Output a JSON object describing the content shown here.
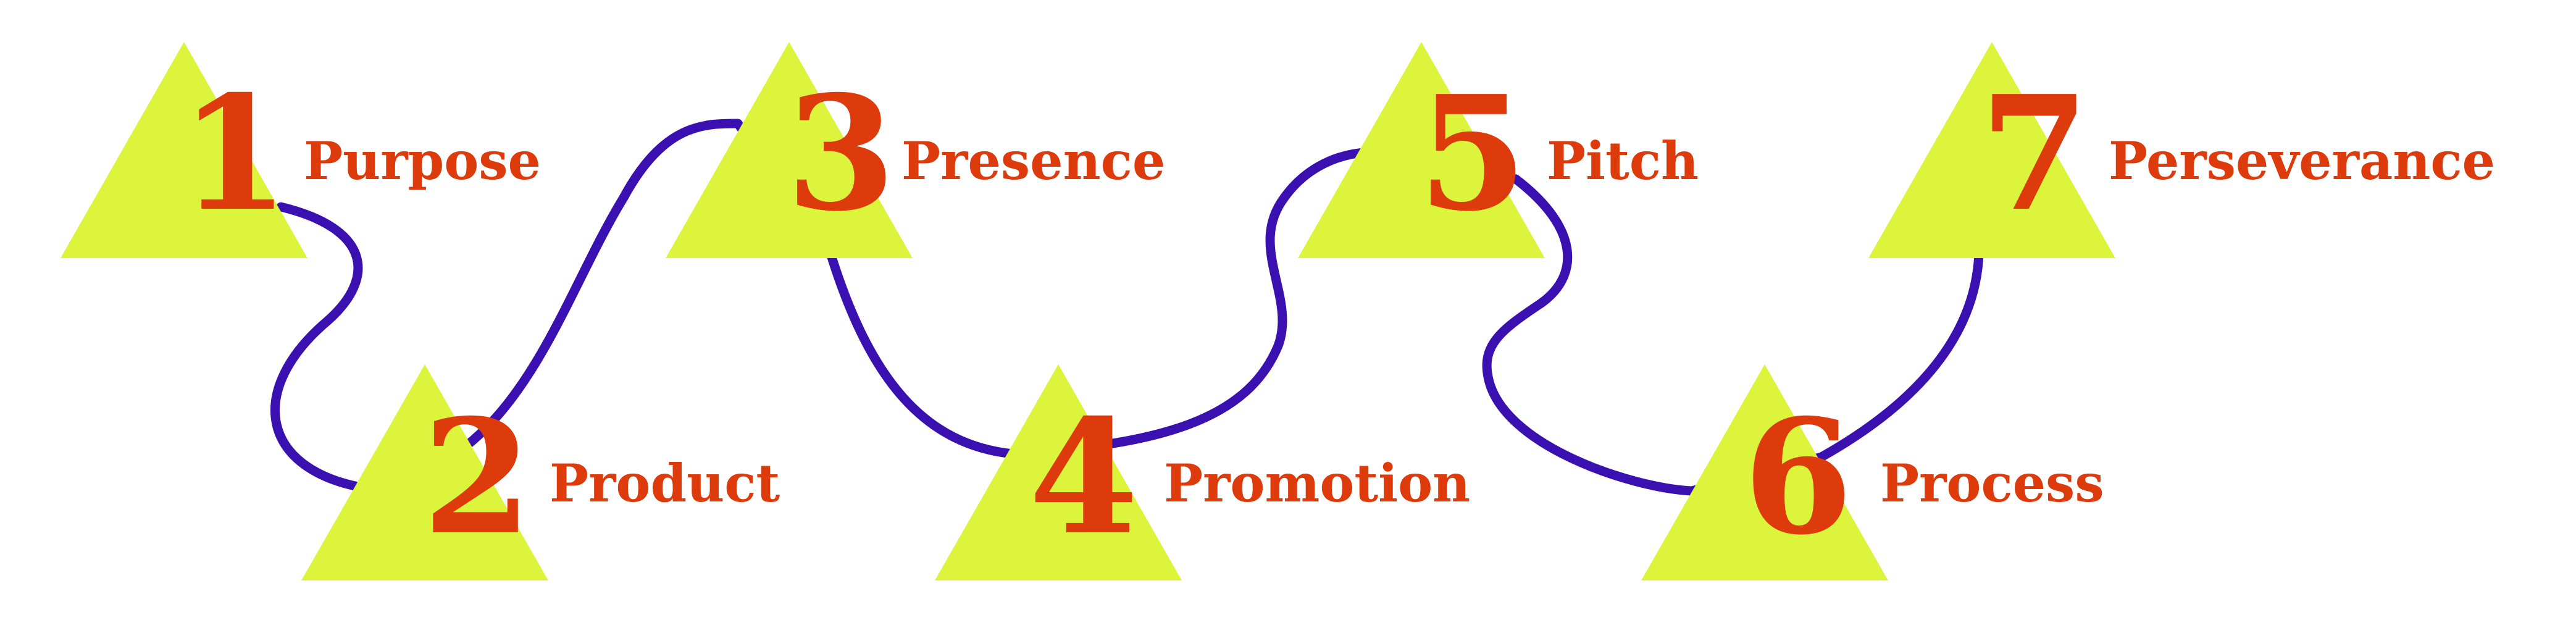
{
  "colors": {
    "triangle": "#dcf53c",
    "text": "#dd3b0c",
    "path": "#3a10b0",
    "background": "#ffffff"
  },
  "steps": [
    {
      "number": "1",
      "label": "Purpose"
    },
    {
      "number": "2",
      "label": "Product"
    },
    {
      "number": "3",
      "label": "Presence"
    },
    {
      "number": "4",
      "label": "Promotion"
    },
    {
      "number": "5",
      "label": "Pitch"
    },
    {
      "number": "6",
      "label": "Process"
    },
    {
      "number": "7",
      "label": "Perseverance"
    }
  ]
}
